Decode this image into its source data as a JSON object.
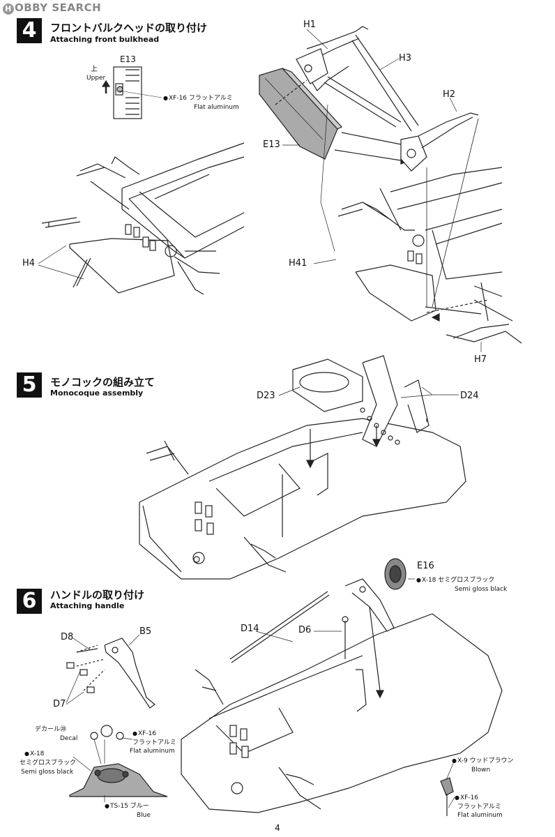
{
  "watermark": {
    "icon": "H",
    "text": "OBBY SEARCH"
  },
  "steps": [
    {
      "number": "4",
      "title_jp": "フロントバルクヘッドの取り付け",
      "title_en": "Attaching front bulkhead"
    },
    {
      "number": "5",
      "title_jp": "モノコックの組み立て",
      "title_en": "Monocoque assembly"
    },
    {
      "number": "6",
      "title_jp": "ハンドルの取り付け",
      "title_en": "Attaching handle"
    }
  ],
  "step4": {
    "e13_label": "E13",
    "upper_jp": "上",
    "upper_en": "Upper",
    "paint_code": "XF-16 フラットアルミ",
    "paint_en": "Flat aluminum",
    "parts": {
      "h1": "H1",
      "h3": "H3",
      "h2": "H2",
      "e13": "E13",
      "h4": "H4",
      "h41": "H41",
      "h7": "H7"
    }
  },
  "step5": {
    "parts": {
      "d23": "D23",
      "d24": "D24"
    }
  },
  "step6": {
    "parts": {
      "e16": "E16",
      "d14": "D14",
      "d6": "D6",
      "d8": "D8",
      "b5": "B5",
      "d7": "D7"
    },
    "e16_paint": "X-18 セミグロスブラック",
    "e16_paint_en": "Semi gloss black",
    "decal_jp": "デカール㉘",
    "decal_en": "Decal",
    "xf16_jp": "XF-16",
    "xf16_name": "フラットアルミ",
    "xf16_en": "Flat aluminum",
    "x18_jp": "X-18",
    "x18_name": "セミグロスブラック",
    "x18_en": "Semi gloss black",
    "ts15": "TS-15 ブルー",
    "ts15_en": "Blue",
    "x9": "X-9 ウッドブラウン",
    "x9_en": "Blown",
    "xf16b_jp": "XF-16",
    "xf16b_name": "フラットアルミ",
    "xf16b_en": "Flat aluminum"
  },
  "page_number": "4"
}
